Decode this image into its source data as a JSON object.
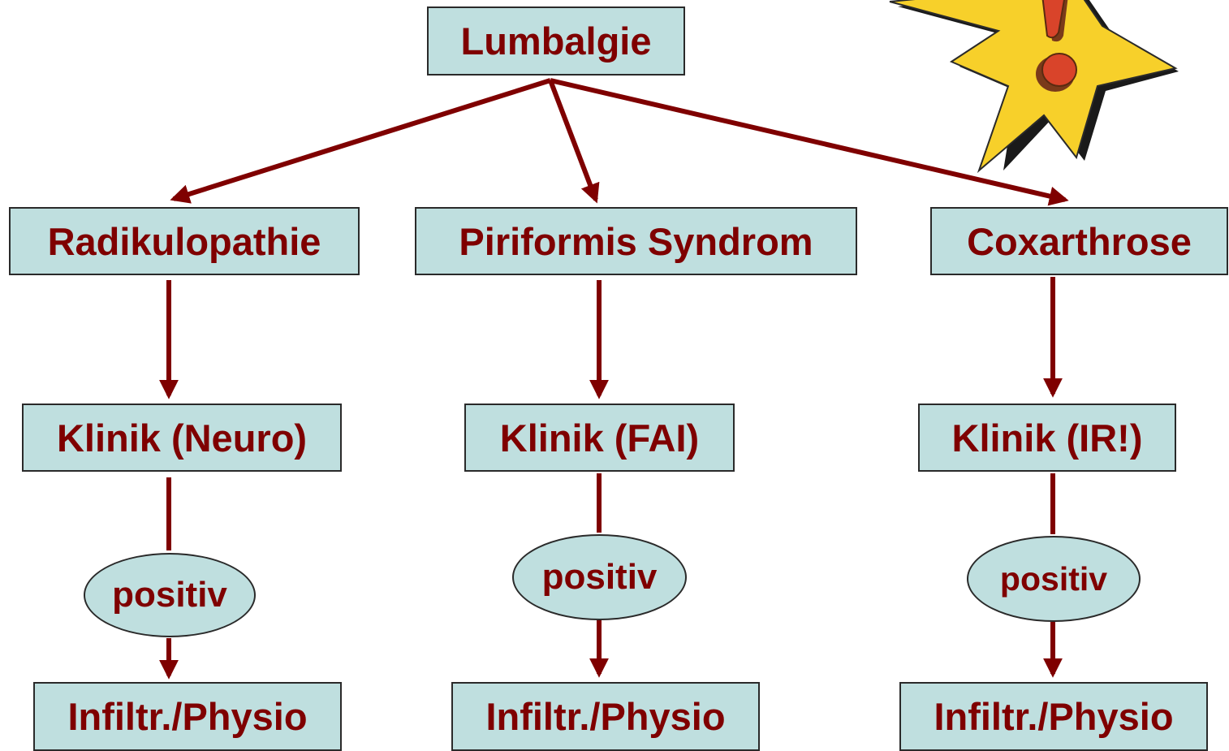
{
  "colors": {
    "box_fill": "#bfdfdf",
    "text": "#7f0000",
    "arrow": "#7f0000",
    "star_fill": "#f7d02a",
    "exclamation_fill": "#d9442a"
  },
  "icons": {
    "warning": "exclamation-starburst-icon"
  },
  "root": {
    "label": "Lumbalgie"
  },
  "columns": [
    {
      "diagnosis": "Radikulopathie",
      "clinic": "Klinik (Neuro)",
      "result": "positiv",
      "therapy": "Infiltr./Physio"
    },
    {
      "diagnosis": "Piriformis Syndrom",
      "clinic": "Klinik (FAI)",
      "result": "positiv",
      "therapy": "Infiltr./Physio"
    },
    {
      "diagnosis": "Coxarthrose",
      "clinic": "Klinik (IR!)",
      "result": "positiv",
      "therapy": "Infiltr./Physio"
    }
  ]
}
